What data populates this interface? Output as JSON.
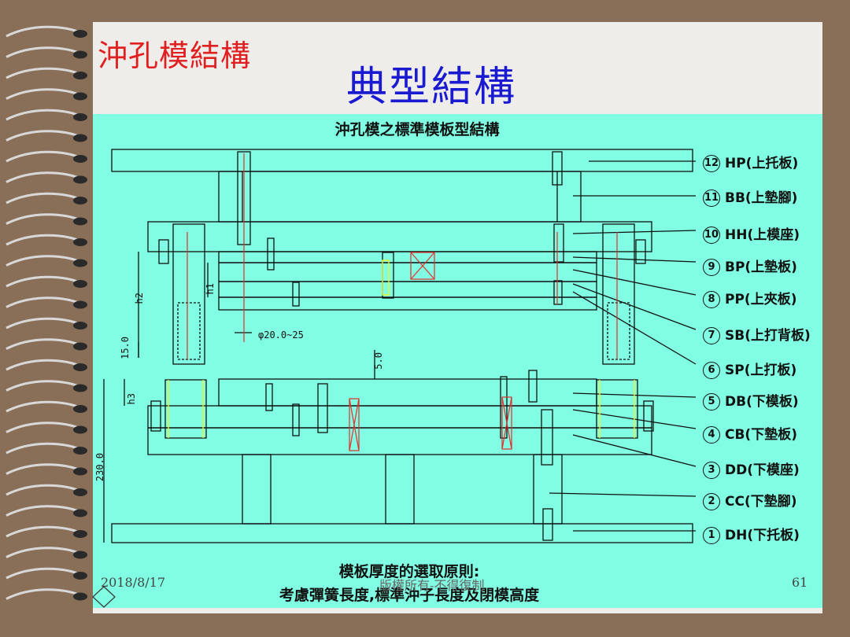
{
  "slide": {
    "corner_title": "沖孔模結構",
    "main_title": "典型結構",
    "drawing_title": "沖孔模之標準模板型結構",
    "principle_line1": "模板厚度的選取原則:",
    "principle_line2": "考慮彈簧長度,標準沖子長度及閉模高度",
    "date": "2018/8/17",
    "footer_mid": "版權所有-不得復制",
    "page_number": "61"
  },
  "dimensions": {
    "h2": "h2",
    "h1": "h1",
    "d": "15.0",
    "dia": "φ20.0~25",
    "h3": "h3",
    "five": "5.0",
    "total": "230.0"
  },
  "parts": [
    {
      "num": "12",
      "label": "HP(上托板)"
    },
    {
      "num": "11",
      "label": "BB(上墊腳)"
    },
    {
      "num": "10",
      "label": "HH(上模座)"
    },
    {
      "num": "9",
      "label": "BP(上墊板)"
    },
    {
      "num": "8",
      "label": "PP(上夾板)"
    },
    {
      "num": "7",
      "label": "SB(上打背板)"
    },
    {
      "num": "6",
      "label": "SP(上打板)"
    },
    {
      "num": "5",
      "label": "DB(下模板)"
    },
    {
      "num": "4",
      "label": "CB(下墊板)"
    },
    {
      "num": "3",
      "label": "DD(下模座)"
    },
    {
      "num": "2",
      "label": "CC(下墊腳)"
    },
    {
      "num": "1",
      "label": "DH(下托板)"
    }
  ],
  "colors": {
    "background": "#8a6f58",
    "slide": "#efedea",
    "drawing": "#80fde2",
    "corner_title": "#e02020",
    "main_title": "#1a1ad0"
  }
}
